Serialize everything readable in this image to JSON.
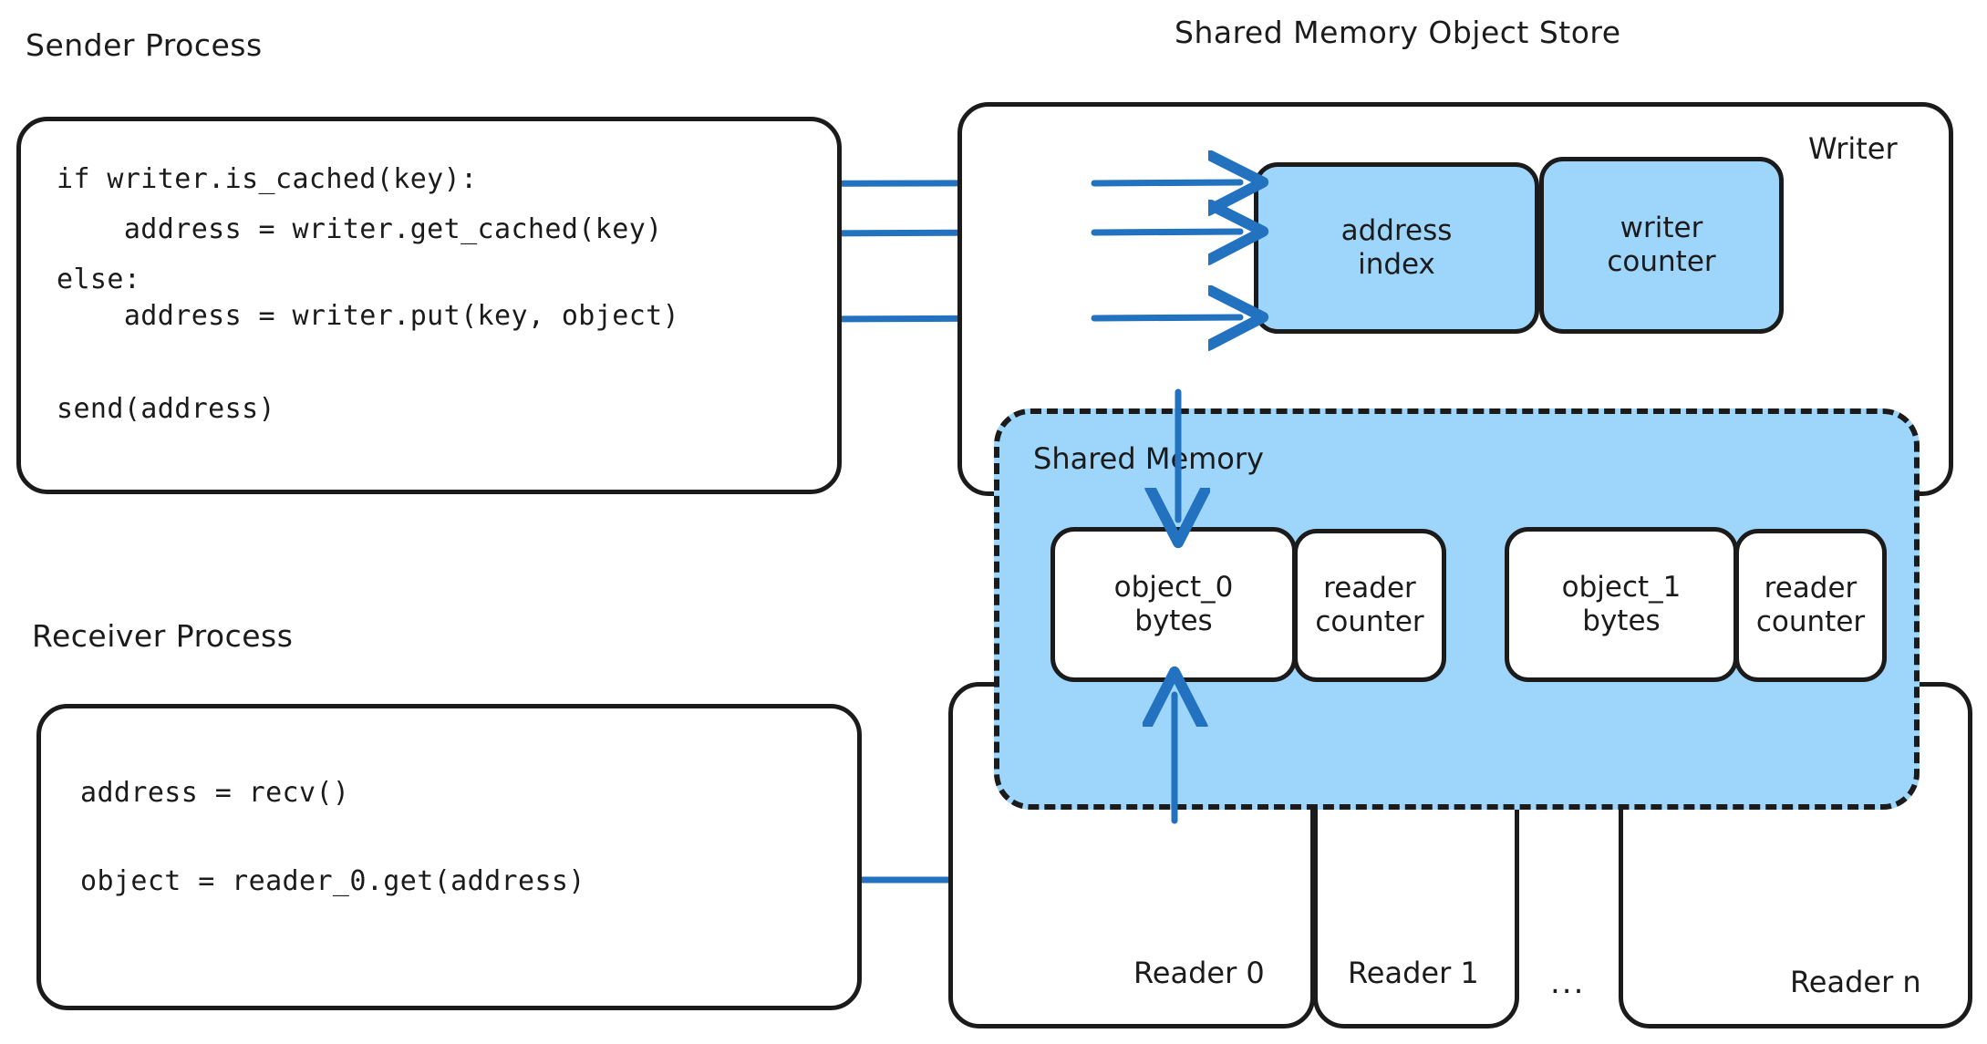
{
  "diagram": {
    "title": "Shared Memory Object Store architecture",
    "colors": {
      "ink": "#1b1b1b",
      "arrow_blue": "#2272C0",
      "fill_blue": "#9ED5FB",
      "background": "#ffffff"
    }
  },
  "sender": {
    "title": "Sender Process",
    "code_lines": [
      "if writer.is_cached(key):",
      "    address = writer.get_cached(key)",
      "else:",
      "    address = writer.put(key, object)",
      "",
      "send(address)"
    ]
  },
  "receiver": {
    "title": "Receiver Process",
    "code_lines": [
      "address = recv()",
      "",
      "object = reader_0.get(address)"
    ]
  },
  "store": {
    "title": "Shared Memory Object Store",
    "writer": {
      "label": "Writer",
      "nodes": [
        {
          "label": "address\nindex",
          "fill": "blue"
        },
        {
          "label": "writer\ncounter",
          "fill": "blue"
        }
      ]
    },
    "shared_memory": {
      "label": "Shared Memory",
      "slots": [
        {
          "object": "object_0\nbytes",
          "counter": "reader\ncounter"
        },
        {
          "object": "object_1\nbytes",
          "counter": "reader\ncounter"
        }
      ]
    },
    "readers": [
      {
        "label": "Reader 0"
      },
      {
        "label": "Reader 1"
      },
      {
        "label": "Reader n"
      }
    ],
    "readers_ellipsis": "..."
  },
  "arrows": [
    {
      "name": "is-cached-to-address-index",
      "from": "sender.if_writer_is_cached",
      "to": "store.writer.address_index"
    },
    {
      "name": "get-cached-to-address-index",
      "from": "sender.get_cached",
      "to": "store.writer.address_index"
    },
    {
      "name": "put-to-address-index-and-object-0",
      "from": "sender.writer_put",
      "to": "store.writer.address_index / shared_memory.object_0"
    },
    {
      "name": "reader-get-to-object-0",
      "from": "receiver.reader_0_get",
      "to": "shared_memory.object_0"
    }
  ]
}
